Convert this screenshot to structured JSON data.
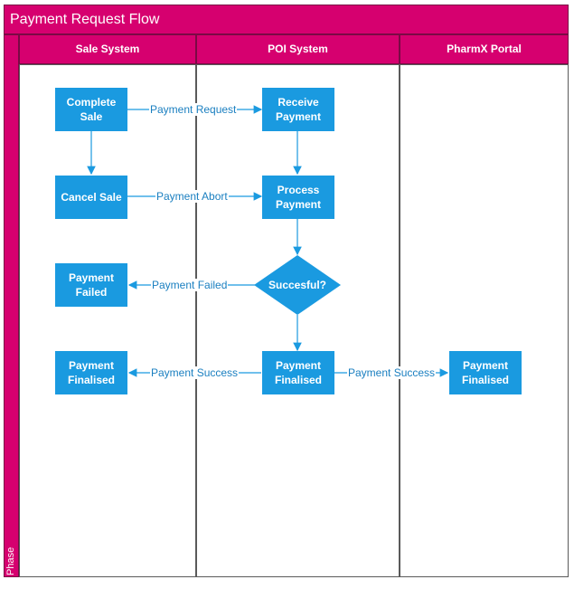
{
  "diagram": {
    "title": "Payment Request Flow",
    "phase_label": "Phase",
    "lanes": {
      "sale": "Sale System",
      "poi": "POI System",
      "pharmx": "PharmX Portal"
    },
    "nodes": {
      "complete_sale": "Complete Sale",
      "receive_payment": "Receive Payment",
      "cancel_sale": "Cancel Sale",
      "process_payment": "Process Payment",
      "payment_failed": "Payment Failed",
      "successful": "Succesful?",
      "sale_payment_finalised": "Payment Finalised",
      "poi_payment_finalised": "Payment Finalised",
      "pharmx_payment_finalised": "Payment Finalised"
    },
    "edges": {
      "payment_request": "Payment Request",
      "payment_abort": "Payment Abort",
      "payment_failed": "Payment Failed",
      "payment_success_left": "Payment Success",
      "payment_success_right": "Payment Success"
    },
    "colors": {
      "header": "#d6006f",
      "node": "#1a9ae0",
      "connector": "#1a9ae0",
      "edge_label": "#1a7fc0"
    }
  }
}
